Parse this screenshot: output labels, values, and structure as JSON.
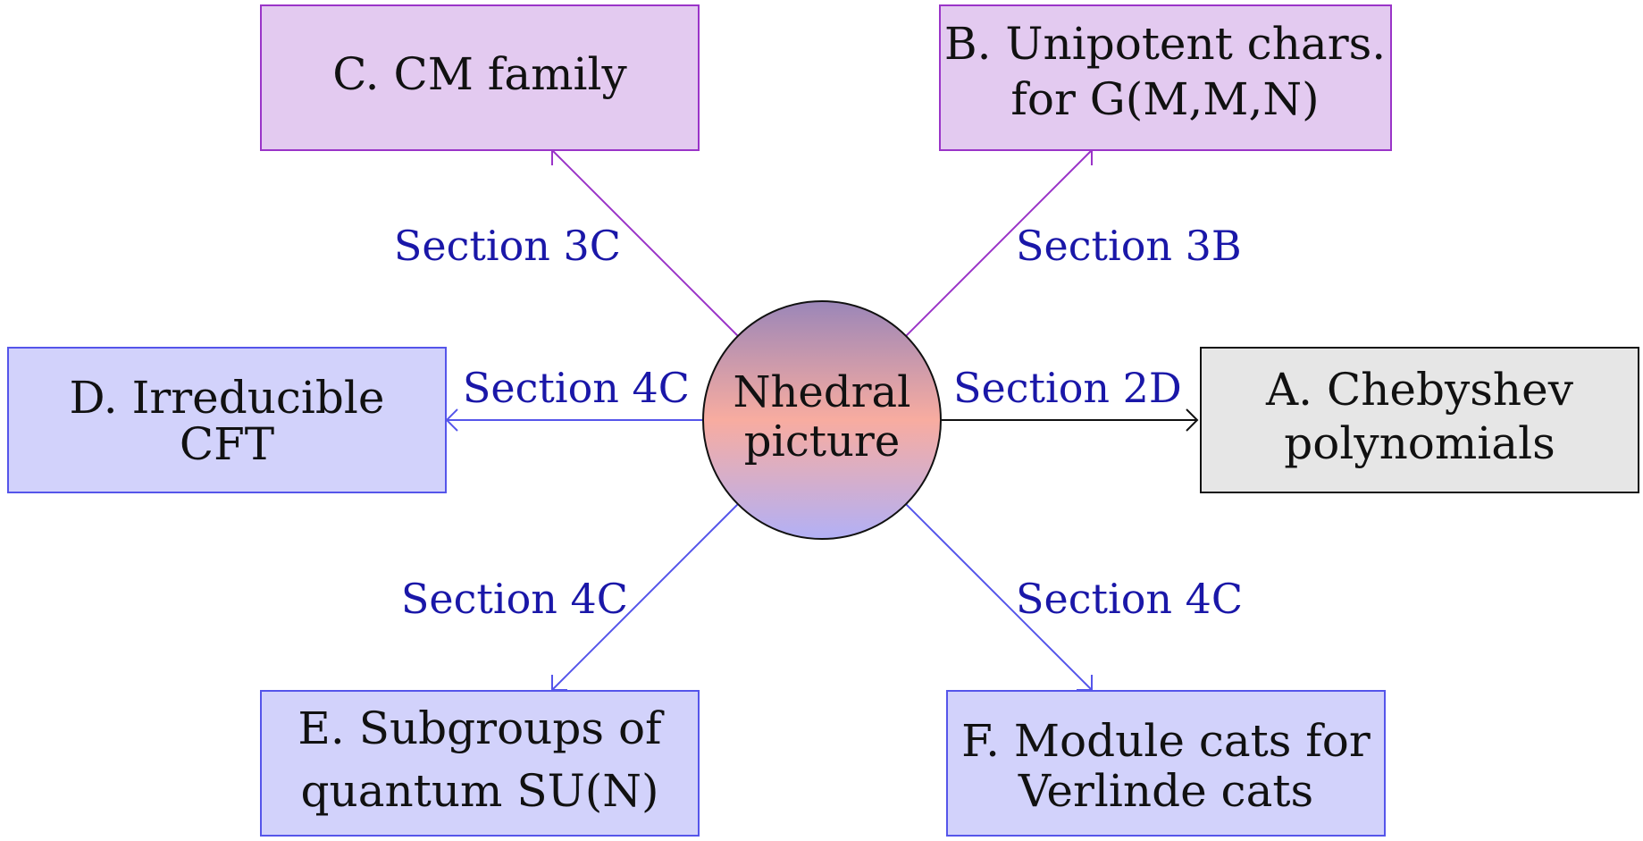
{
  "center": {
    "lines": [
      "Nhedral",
      "picture"
    ],
    "gradient": [
      "#9b86b8",
      "#f8aca0",
      "#b2b0f6"
    ],
    "stroke": "#111111"
  },
  "nodes": [
    {
      "id": "A",
      "lines": [
        "A. Chebyshev",
        "polynomials"
      ],
      "fill": "#e6e6e6",
      "stroke": "#111111"
    },
    {
      "id": "B",
      "lines": [
        "B. Unipotent chars.",
        "for G(M,M,N)"
      ],
      "fill": "#e3caf0",
      "stroke": "#9a34c8"
    },
    {
      "id": "C",
      "lines": [
        "C. CM family"
      ],
      "fill": "#e3caf0",
      "stroke": "#9a34c8"
    },
    {
      "id": "D",
      "lines": [
        "D. Irreducible",
        "CFT"
      ],
      "fill": "#d2d2fb",
      "stroke": "#5555ea"
    },
    {
      "id": "E",
      "lines": [
        "E. Subgroups of",
        "quantum SU(N)"
      ],
      "fill": "#d2d2fb",
      "stroke": "#5555ea"
    },
    {
      "id": "F",
      "lines": [
        "F. Module cats for",
        "Verlinde cats"
      ],
      "fill": "#d2d2fb",
      "stroke": "#5555ea"
    }
  ],
  "edges": [
    {
      "to": "A",
      "label": "Section 2D",
      "color": "#111111"
    },
    {
      "to": "B",
      "label": "Section 3B",
      "color": "#9a34c8"
    },
    {
      "to": "C",
      "label": "Section 3C",
      "color": "#9a34c8"
    },
    {
      "to": "D",
      "label": "Section 4C",
      "color": "#5555ea"
    },
    {
      "to": "E",
      "label": "Section 4C",
      "color": "#5555ea"
    },
    {
      "to": "F",
      "label": "Section 4C",
      "color": "#5555ea"
    }
  ],
  "label_color": "#1a17a8"
}
